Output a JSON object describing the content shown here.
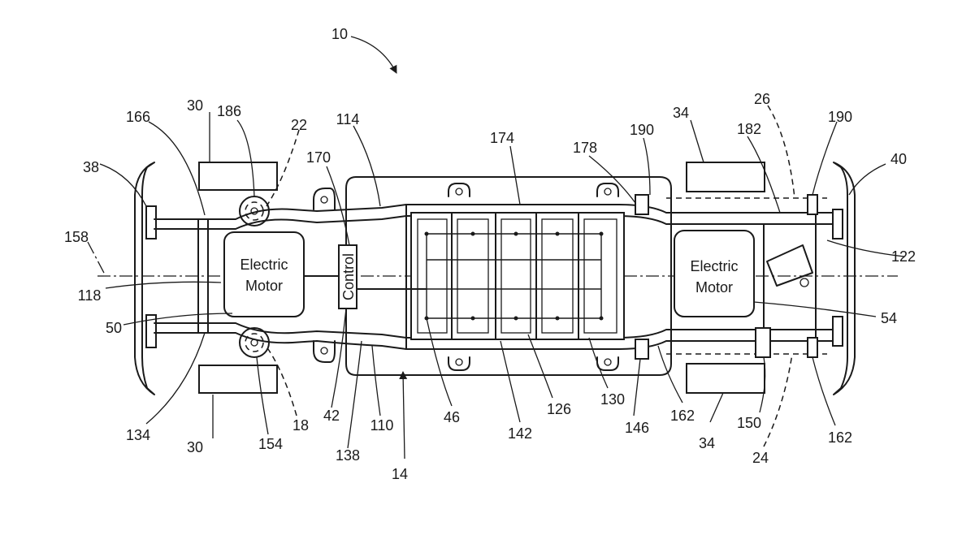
{
  "components": {
    "front_motor": {
      "line1": "Electric",
      "line2": "Motor"
    },
    "rear_motor": {
      "line1": "Electric",
      "line2": "Motor"
    },
    "controller": "Control"
  },
  "reference_numerals": {
    "r10": "10",
    "r14": "14",
    "r18": "18",
    "r22": "22",
    "r24": "24",
    "r26": "26",
    "r30a": "30",
    "r30b": "30",
    "r34a": "34",
    "r34b": "34",
    "r38": "38",
    "r40": "40",
    "r42": "42",
    "r46": "46",
    "r50": "50",
    "r54": "54",
    "r110": "110",
    "r114": "114",
    "r118": "118",
    "r122": "122",
    "r126": "126",
    "r130": "130",
    "r134": "134",
    "r138": "138",
    "r142": "142",
    "r146": "146",
    "r150": "150",
    "r154": "154",
    "r158": "158",
    "r162a": "162",
    "r162b": "162",
    "r166": "166",
    "r170": "170",
    "r174": "174",
    "r178": "178",
    "r182": "182",
    "r186": "186",
    "r190a": "190",
    "r190b": "190"
  }
}
